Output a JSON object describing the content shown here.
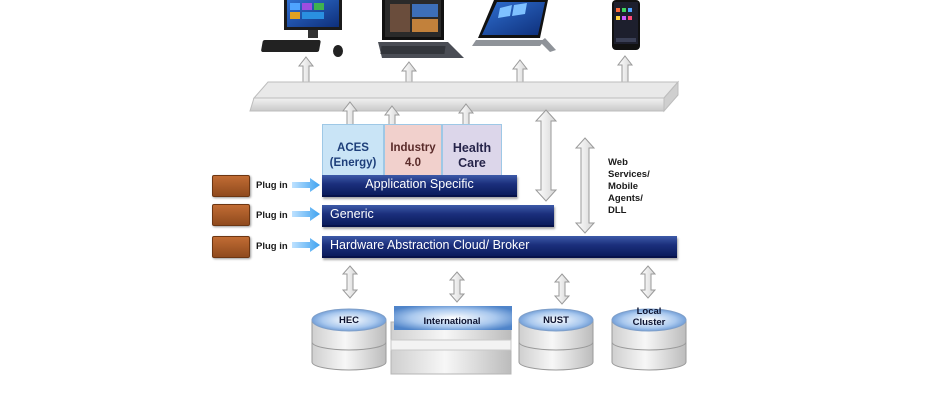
{
  "layers": {
    "application": "Application Specific",
    "generic": "Generic",
    "hardware": "Hardware Abstraction Cloud/ Broker"
  },
  "modules": {
    "aces_line1": "ACES",
    "aces_line2": "(Energy)",
    "industry_line1": "Industry",
    "industry_line2": "4.0",
    "health_line1": "Health",
    "health_line2": "Care"
  },
  "plugin_label": "Plug in",
  "web_services": [
    "Web",
    "Services/",
    "Mobile",
    "Agents/",
    "DLL"
  ],
  "databases": {
    "hec": "HEC",
    "international": "International",
    "nust": "NUST",
    "local_line1": "Local",
    "local_line2": "Cluster"
  },
  "devices": [
    "desktop-computer",
    "tablet-with-keyboard",
    "surface-tablet",
    "smartphone"
  ],
  "colors": {
    "layer_bar": "#1b2f7c",
    "plugin_block": "#a85a26",
    "aces_box": "#c9e4f6",
    "industry_box": "#f1d0cc",
    "health_box": "#dcd6ea",
    "database_top": "#6f9fd8"
  }
}
